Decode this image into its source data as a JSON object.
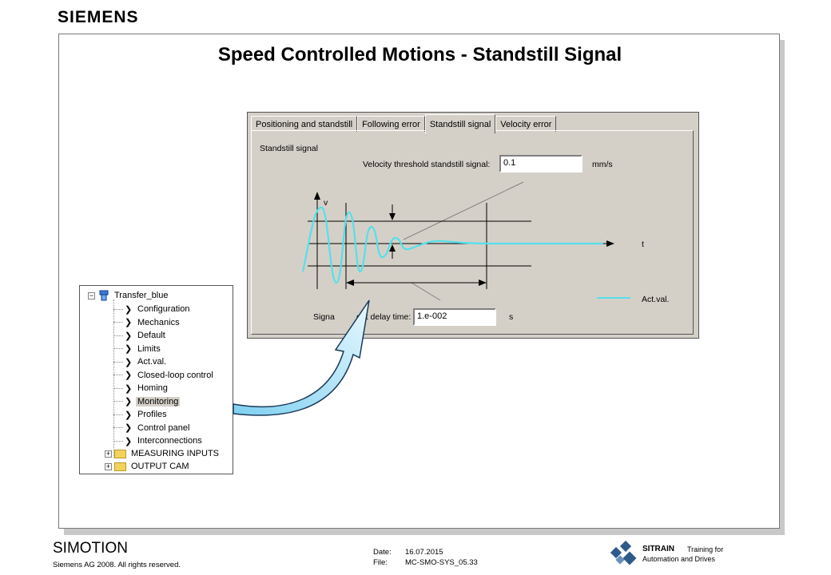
{
  "brand": {
    "logo": "SIEMENS"
  },
  "slide": {
    "title": "Speed Controlled Motions - Standstill Signal"
  },
  "dialog": {
    "tabs": [
      "Positioning and standstill",
      "Following error",
      "Standstill signal",
      "Velocity error"
    ],
    "active_tab": "Standstill signal",
    "section_label": "Standstill signal",
    "velocity_threshold_label": "Velocity threshold standstill signal:",
    "velocity_threshold_value": "0.1",
    "velocity_unit": "mm/s",
    "delay_label_left": "Signa",
    "delay_label_right": "out delay time:",
    "delay_value": "1.e-002",
    "delay_unit": "s",
    "axis_v": "v",
    "axis_t": "t",
    "legend_actval": "Act.val.",
    "accent_color": "#55e0ea"
  },
  "tree": {
    "root": "Transfer_blue",
    "items": [
      "Configuration",
      "Mechanics",
      "Default",
      "Limits",
      "Act.val.",
      "Closed-loop control",
      "Homing",
      "Monitoring",
      "Profiles",
      "Control panel",
      "Interconnections"
    ],
    "selected": "Monitoring",
    "folders": [
      "MEASURING INPUTS",
      "OUTPUT CAM"
    ]
  },
  "footer": {
    "product": "SIMOTION",
    "copyright": "Siemens AG 2008. All rights reserved.",
    "date_label": "Date:",
    "date_value": "16.07.2015",
    "file_label": "File:",
    "file_value": "MC-SMO-SYS_05.33",
    "sitrain": "SITRAIN",
    "training_for": "Training for",
    "automation": "Automation and Drives"
  }
}
